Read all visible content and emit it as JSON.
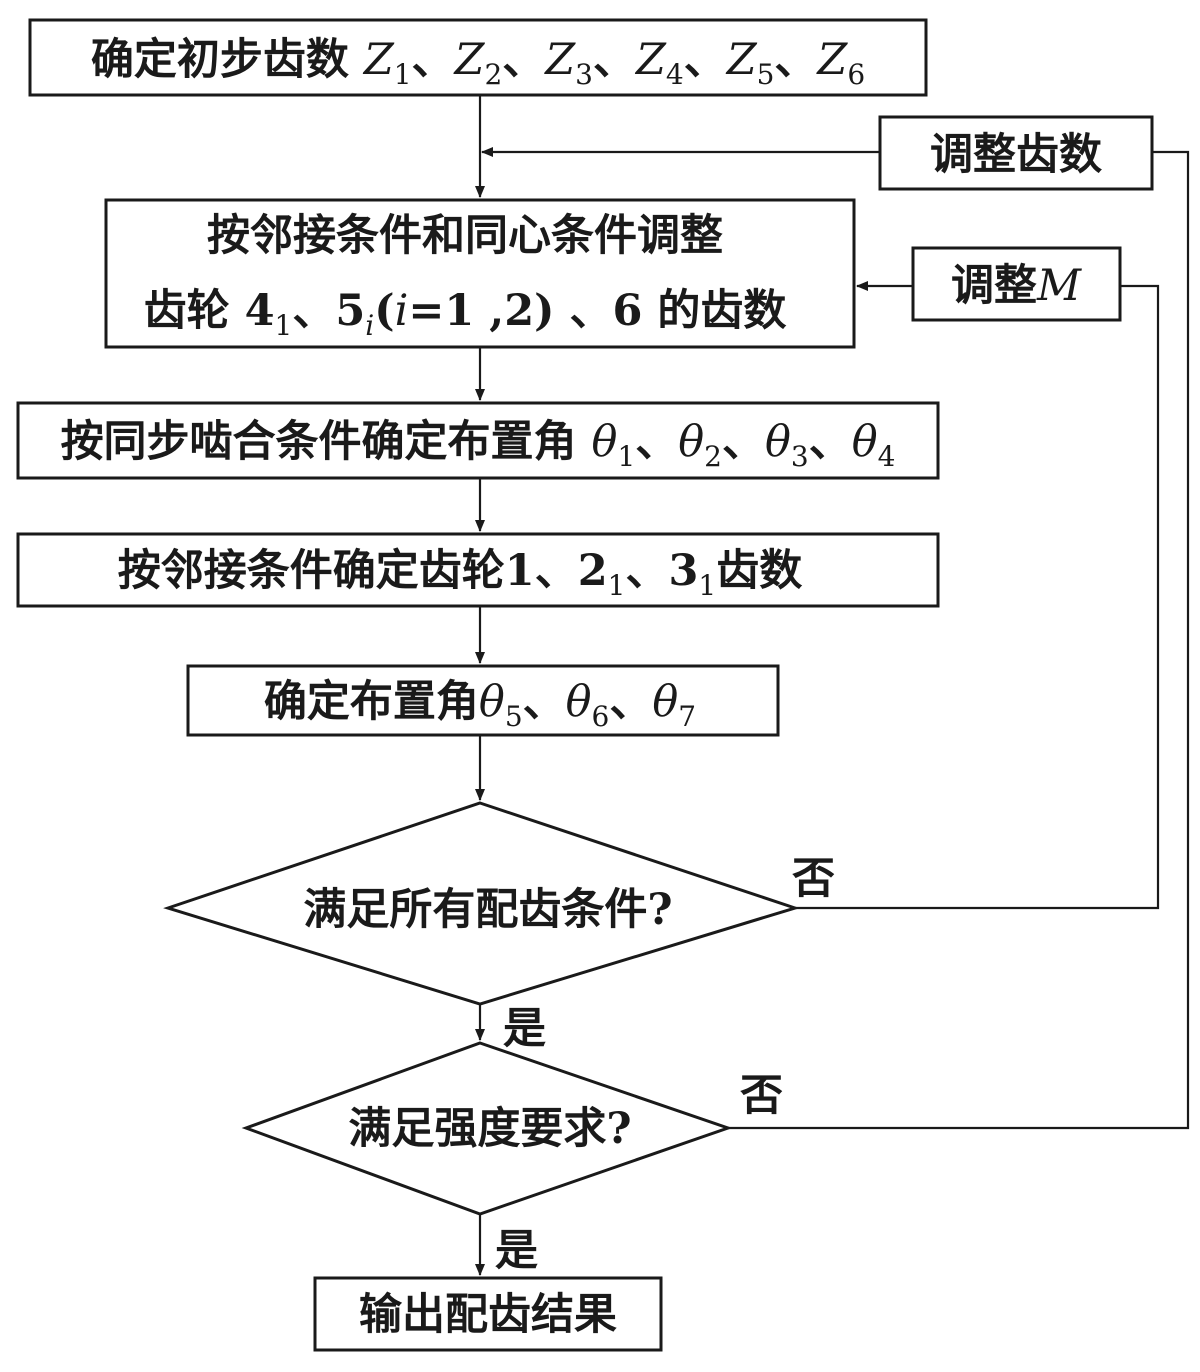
{
  "nodes": {
    "n1": {
      "p1": "确定初步齿数 ",
      "z": "Z",
      "s1": "1",
      "sep1": "、",
      "s2": "2",
      "sep2": "、",
      "s3": "3",
      "sep3": "、",
      "s4": "4",
      "sep4": "、",
      "s5": "5",
      "sep5": "、",
      "s6": "6"
    },
    "adjust_teeth": "调整齿数",
    "adjust_m": {
      "label": "调整",
      "var": "M"
    },
    "n2": {
      "line1": "按邻接条件和同心条件调整",
      "p1": "齿轮 4",
      "s1": "1",
      "p2": "、5",
      "si": "i",
      "p3": "(",
      "iv": "i",
      "p4": "=1 ,2) 、6 的齿数"
    },
    "n3": {
      "p1": "按同步啮合条件确定布置角 ",
      "th": "θ",
      "s1": "1",
      "sep1": "、",
      "s2": "2",
      "sep2": "、",
      "s3": "3",
      "sep3": "、",
      "s4": "4"
    },
    "n4": {
      "p1": "按邻接条件确定齿轮1、2",
      "s1": "1",
      "p2": "、3",
      "s2": "1",
      "p3": "齿数"
    },
    "n5": {
      "p1": "确定布置角",
      "th": "θ",
      "s5": "5",
      "sep1": "、",
      "s6": "6",
      "sep2": "、",
      "s7": "7"
    },
    "d1": "满足所有配齿条件?",
    "d2": "满足强度要求?",
    "out": "输出配齿结果"
  },
  "edge_labels": {
    "no1": "否",
    "yes1": "是",
    "no2": "否",
    "yes2": "是"
  }
}
